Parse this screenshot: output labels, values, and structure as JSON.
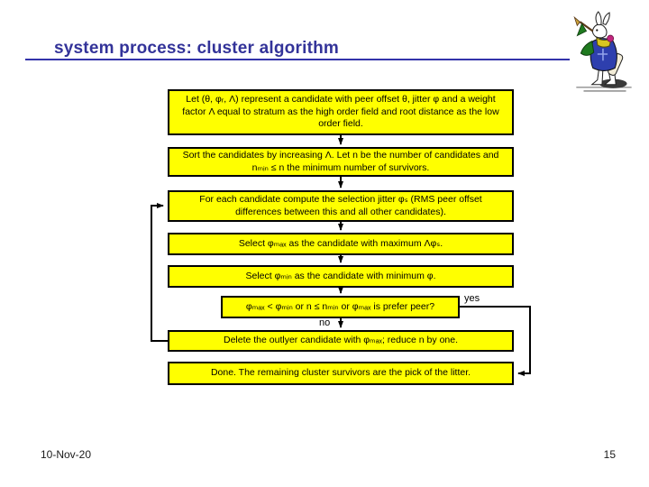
{
  "header": {
    "title": "system process: cluster algorithm"
  },
  "flowchart": {
    "steps": [
      {
        "id": "define-candidate",
        "type": "process",
        "text": "Let (θ, φᵣ, Λ) represent a candidate with peer offset θ, jitter φ and a weight factor Λ equal to stratum as the high order field and root distance as the low order field."
      },
      {
        "id": "sort-candidates",
        "type": "process",
        "text": "Sort the candidates by increasing Λ. Let n be the number of candidates and nₘᵢₙ ≤ n the minimum number of survivors."
      },
      {
        "id": "compute-selection-jitter",
        "type": "process",
        "text": "For each candidate compute the selection jitter φₛ (RMS peer offset differences between this and all other candidates)."
      },
      {
        "id": "select-max",
        "type": "process",
        "text": "Select φₘₐₓ as the candidate with maximum Λφₛ."
      },
      {
        "id": "select-min",
        "type": "process",
        "text": "Select φₘᵢₙ as the candidate with minimum φ."
      },
      {
        "id": "termination-test",
        "type": "decision",
        "text": "φₘₐₓ < φₘᵢₙ or n ≤ nₘᵢₙ or φₘₐₓ is prefer peer?"
      },
      {
        "id": "delete-outlyer",
        "type": "process",
        "text": "Delete the outlyer candidate with φₘₐₓ; reduce n by one."
      },
      {
        "id": "done",
        "type": "terminator",
        "text": "Done. The remaining cluster survivors are the pick of the litter."
      }
    ],
    "branch_labels": {
      "yes": "yes",
      "no": "no"
    }
  },
  "footer": {
    "date": "10-Nov-20",
    "page_number": "15"
  },
  "colors": {
    "title_accent": "#333399",
    "box_fill": "#ffff00",
    "box_border": "#000000",
    "connector": "#000000"
  },
  "images": {
    "top_right_icon": "white-rabbit-illustration"
  }
}
